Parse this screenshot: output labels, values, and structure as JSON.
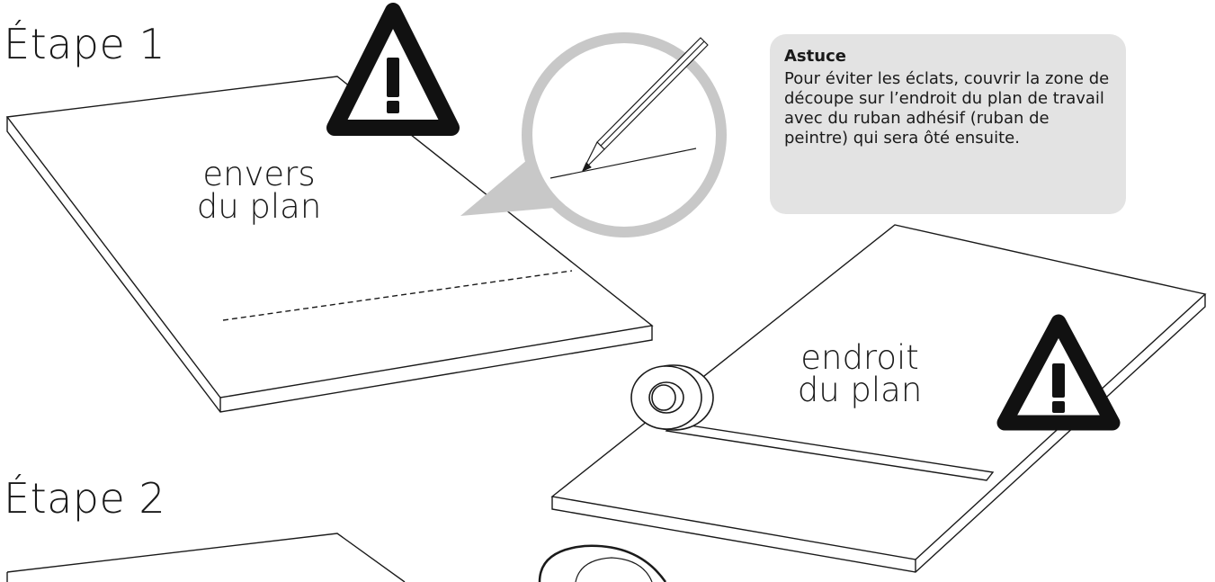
{
  "steps": {
    "step1_title": "Étape 1",
    "step2_title": "Étape 2"
  },
  "labels": {
    "reverse_side": "envers du plan",
    "right_side": "endroit du plan"
  },
  "tip": {
    "title": "Astuce",
    "body": "Pour éviter les éclats, couvrir la zone de découpe sur l’endroit du plan de travail avec du ruban adhésif (ruban de peintre) qui sera ôté ensuite."
  },
  "icons": [
    "warning-icon",
    "pencil-icon",
    "tape-roll-icon"
  ],
  "colors": {
    "line": "#1a1a1a",
    "tip_background": "#e3e3e3",
    "magnifier_ring": "#c8c8c8"
  }
}
